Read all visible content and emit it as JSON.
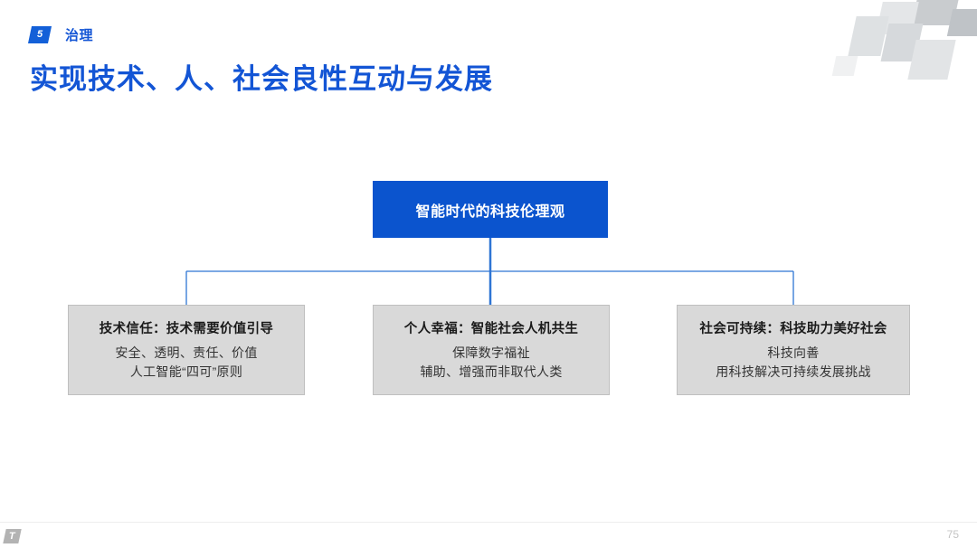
{
  "header": {
    "badge_number": "5",
    "kicker": "治理",
    "title": "实现技术、人、社会良性互动与发展",
    "accent_color": "#1355D5"
  },
  "diagram": {
    "type": "hierarchy",
    "root": {
      "label": "智能时代的科技伦理观",
      "fill_color": "#0B54CE",
      "text_color": "#FFFFFF"
    },
    "connector_color": "#2E75D4",
    "branches": [
      {
        "title": "技术信任：技术需要价值引导",
        "lines": [
          "安全、透明、责任、价值",
          "人工智能“四可”原则"
        ],
        "fill_color": "#D9D9D9",
        "border_color": "#BFBFBF"
      },
      {
        "title": "个人幸福：智能社会人机共生",
        "lines": [
          "保障数字福祉",
          "辅助、增强而非取代人类"
        ],
        "fill_color": "#D9D9D9",
        "border_color": "#BFBFBF"
      },
      {
        "title": "社会可持续：科技助力美好社会",
        "lines": [
          "科技向善",
          "用科技解决可持续发展挑战"
        ],
        "fill_color": "#D9D9D9",
        "border_color": "#BFBFBF"
      }
    ]
  },
  "footer": {
    "logo_glyph": "T",
    "page_number": "75"
  }
}
